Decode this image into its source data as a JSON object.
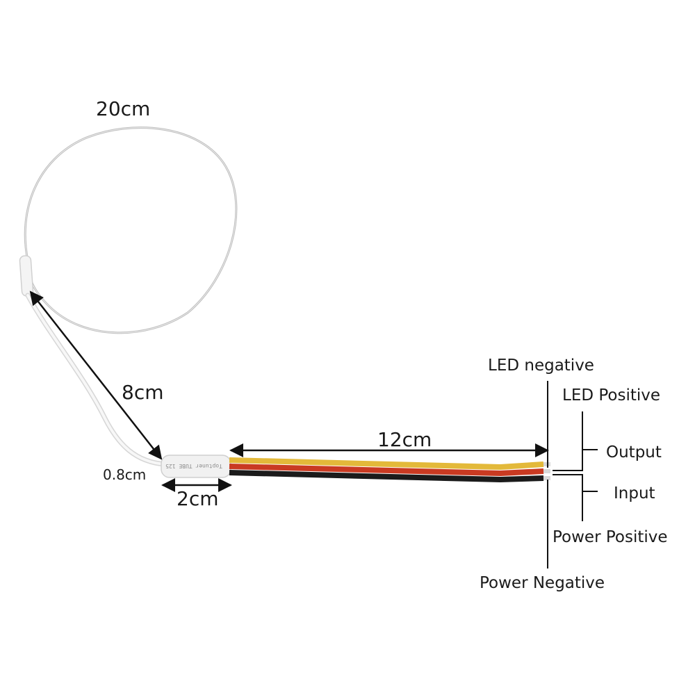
{
  "dimensions": {
    "loop_circumference": "20cm",
    "lead_length": "8cm",
    "module_width": "0.8cm",
    "module_length": "2cm",
    "cable_length": "12cm"
  },
  "module_print": "Toptuner TUBE 125",
  "pins": {
    "led_negative": "LED negative",
    "led_positive": "LED Positive",
    "output": "Output",
    "input": "Input",
    "power_positive": "Power Positive",
    "power_negative": "Power Negative"
  },
  "colors": {
    "wire_yellow": "#e3b93a",
    "wire_red": "#c93a22",
    "wire_black": "#1b1b1b",
    "loop_wire": "#c4c4c4",
    "module": "#f1f1f1"
  }
}
